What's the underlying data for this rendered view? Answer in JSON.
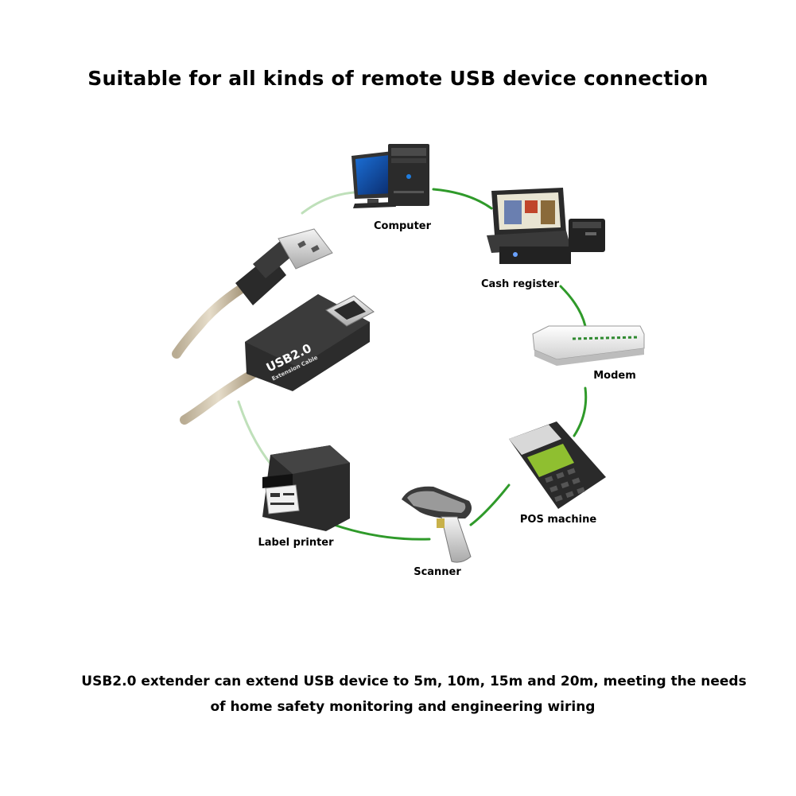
{
  "title": "Suitable for all kinds of remote USB device connection",
  "devices": [
    {
      "label": "Computer",
      "icon": "computer-icon"
    },
    {
      "label": "Cash register",
      "icon": "cash-register-icon"
    },
    {
      "label": "Modem",
      "icon": "modem-icon"
    },
    {
      "label": "POS machine",
      "icon": "pos-machine-icon"
    },
    {
      "label": "Scanner",
      "icon": "barcode-scanner-icon"
    },
    {
      "label": "Label printer",
      "icon": "label-printer-icon"
    }
  ],
  "cable": {
    "icon": "usb-extension-cable-icon",
    "brand": "USB2.0",
    "subtitle": "Extension Cable"
  },
  "footer": {
    "line1": "USB2.0 extender can extend USB device to 5m, 10m, 15m and 20m, meeting the needs",
    "line2": "of home safety monitoring and engineering wiring"
  },
  "colors": {
    "ring": "#2f9a2a",
    "text": "#000000"
  }
}
